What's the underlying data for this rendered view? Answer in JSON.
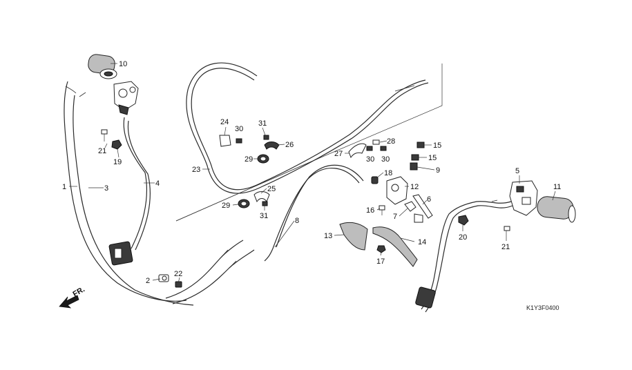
{
  "diagram_code": "K1Y3F0400",
  "direction_label": "FR.",
  "callouts": [
    {
      "id": "c1",
      "text": "1"
    },
    {
      "id": "c2",
      "text": "2"
    },
    {
      "id": "c3",
      "text": "3"
    },
    {
      "id": "c4",
      "text": "4"
    },
    {
      "id": "c5",
      "text": "5"
    },
    {
      "id": "c6",
      "text": "6"
    },
    {
      "id": "c7",
      "text": "7"
    },
    {
      "id": "c8",
      "text": "8"
    },
    {
      "id": "c9",
      "text": "9"
    },
    {
      "id": "c10",
      "text": "10"
    },
    {
      "id": "c11",
      "text": "11"
    },
    {
      "id": "c12",
      "text": "12"
    },
    {
      "id": "c13",
      "text": "13"
    },
    {
      "id": "c14",
      "text": "14"
    },
    {
      "id": "c15a",
      "text": "15"
    },
    {
      "id": "c15b",
      "text": "15"
    },
    {
      "id": "c16",
      "text": "16"
    },
    {
      "id": "c17",
      "text": "17"
    },
    {
      "id": "c18",
      "text": "18"
    },
    {
      "id": "c19",
      "text": "19"
    },
    {
      "id": "c20",
      "text": "20"
    },
    {
      "id": "c21a",
      "text": "21"
    },
    {
      "id": "c21b",
      "text": "21"
    },
    {
      "id": "c22",
      "text": "22"
    },
    {
      "id": "c23",
      "text": "23"
    },
    {
      "id": "c24",
      "text": "24"
    },
    {
      "id": "c25",
      "text": "25"
    },
    {
      "id": "c26",
      "text": "26"
    },
    {
      "id": "c27",
      "text": "27"
    },
    {
      "id": "c28",
      "text": "28"
    },
    {
      "id": "c29a",
      "text": "29"
    },
    {
      "id": "c29b",
      "text": "29"
    },
    {
      "id": "c30a",
      "text": "30"
    },
    {
      "id": "c30b",
      "text": "30"
    },
    {
      "id": "c30c",
      "text": "30"
    },
    {
      "id": "c31a",
      "text": "31"
    },
    {
      "id": "c31b",
      "text": "31"
    }
  ]
}
